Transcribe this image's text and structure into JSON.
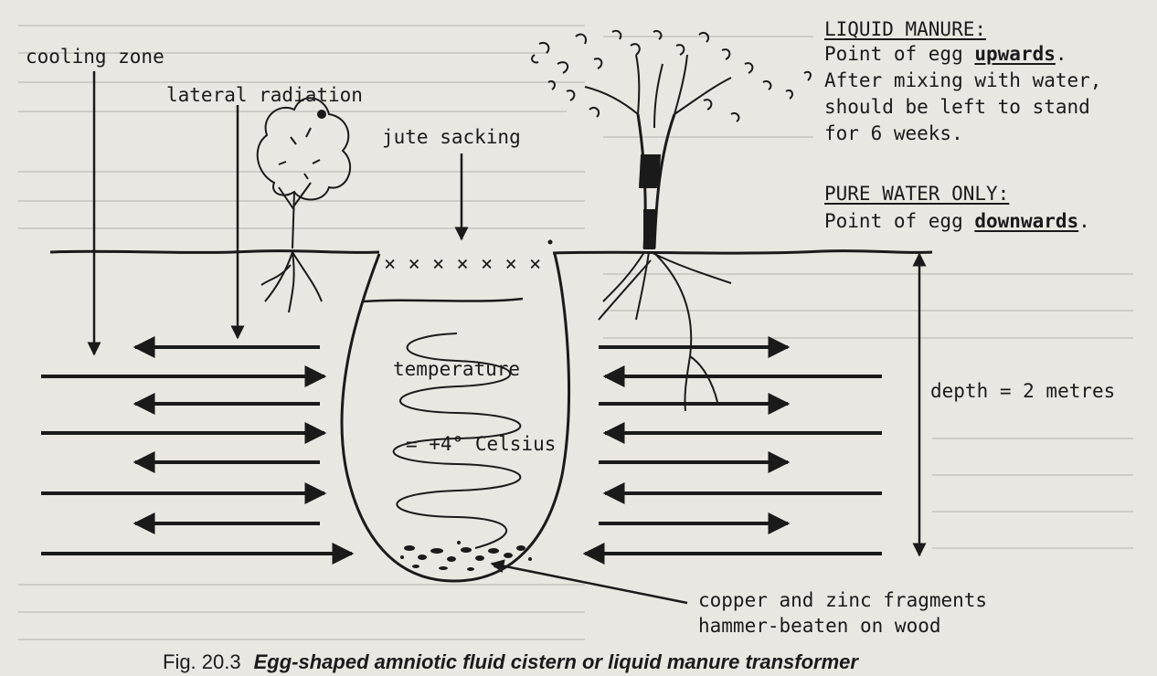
{
  "labels": {
    "cooling_zone": "cooling zone",
    "lateral_radiation": "lateral radiation",
    "jute_sacking": "jute sacking",
    "temperature": "temperature",
    "celsius": "= +4° Celsius",
    "depth": "depth = 2 metres",
    "fragments_line1": "copper and zinc fragments",
    "fragments_line2": "hammer-beaten on wood"
  },
  "notes": {
    "liquid_manure_heading": "LIQUID MANURE:",
    "liquid_line1_prefix": "Point of egg ",
    "liquid_line1_emph": "upwards",
    "liquid_line1_suffix": ".",
    "liquid_line2": "After mixing with water,",
    "liquid_line3": "should be left to stand",
    "liquid_line4": "for 6 weeks.",
    "pure_water_heading": "PURE WATER ONLY:",
    "pure_line1_prefix": "Point of egg ",
    "pure_line1_emph": "downwards",
    "pure_line1_suffix": "."
  },
  "caption": {
    "fig_number": "Fig. 20.3",
    "title": "Egg-shaped amniotic fluid cistern or liquid manure transformer"
  },
  "jute_marks": "× × × × × × ×",
  "colors": {
    "ink": "#1a1a1a",
    "paper": "#e9e7e2"
  }
}
